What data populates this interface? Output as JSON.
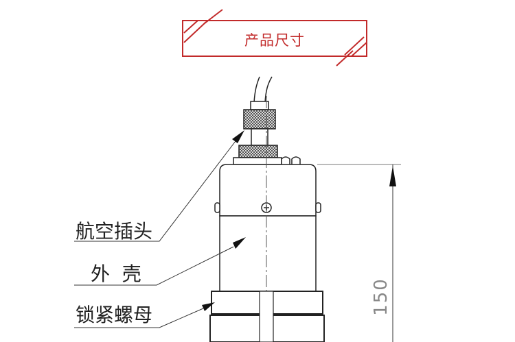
{
  "header": {
    "title": "产品尺寸",
    "accent_color": "#c22a2a"
  },
  "labels": {
    "connector": "航空插头",
    "housing": "外  壳",
    "nut": "锁紧螺母"
  },
  "dimension": {
    "height": "150"
  }
}
